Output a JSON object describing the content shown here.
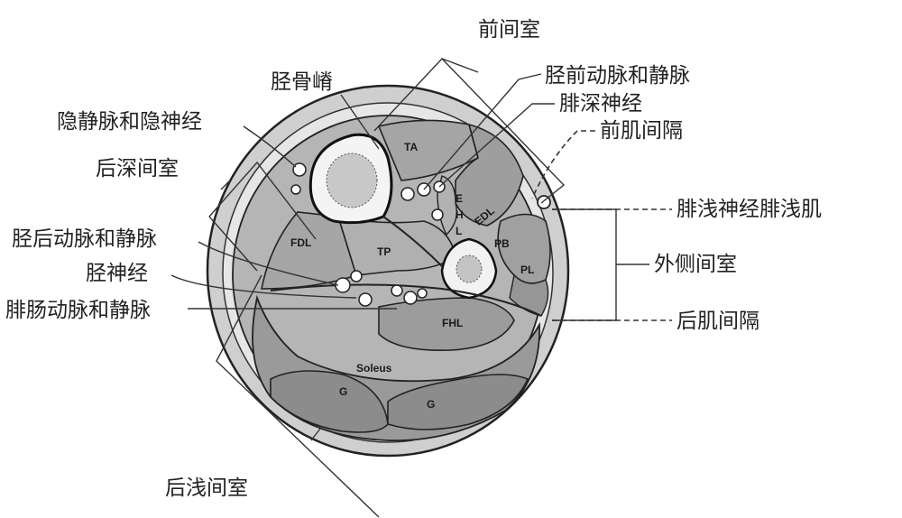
{
  "labels": {
    "anterior_compartment": "前间室",
    "tibial_crest": "胫骨嵴",
    "anterior_tibial_artery_vein": "胫前动脉和静脉",
    "deep_peroneal_nerve": "腓深神经",
    "anterior_intermuscular_septum": "前肌间隔",
    "saphenous_vein_nerve": "隐静脉和隐神经",
    "deep_posterior_compartment": "后深间室",
    "superficial_peroneal_nerve_muscle": "腓浅神经腓浅肌",
    "posterior_tibial_artery_vein": "胫后动脉和静脉",
    "lateral_compartment": "外侧间室",
    "tibial_nerve": "胫神经",
    "peroneal_artery_vein": "腓肠动脉和静脉",
    "posterior_intermuscular_septum": "后肌间隔",
    "superficial_posterior_compartment": "后浅间室"
  },
  "muscles": {
    "ta": "TA",
    "e": "E",
    "h": "H",
    "l": "L",
    "edl": "EDL",
    "fdl": "FDL",
    "tp": "TP",
    "pb": "PB",
    "pl": "PL",
    "fhl": "FHL",
    "soleus": "Soleus",
    "g1": "G",
    "g2": "G"
  },
  "colors": {
    "skin": "#d9d9d9",
    "muscle": "#a9a9a9",
    "muscle_dark": "#8f8f8f",
    "bone": "#f4f4f4",
    "outline": "#222222"
  }
}
